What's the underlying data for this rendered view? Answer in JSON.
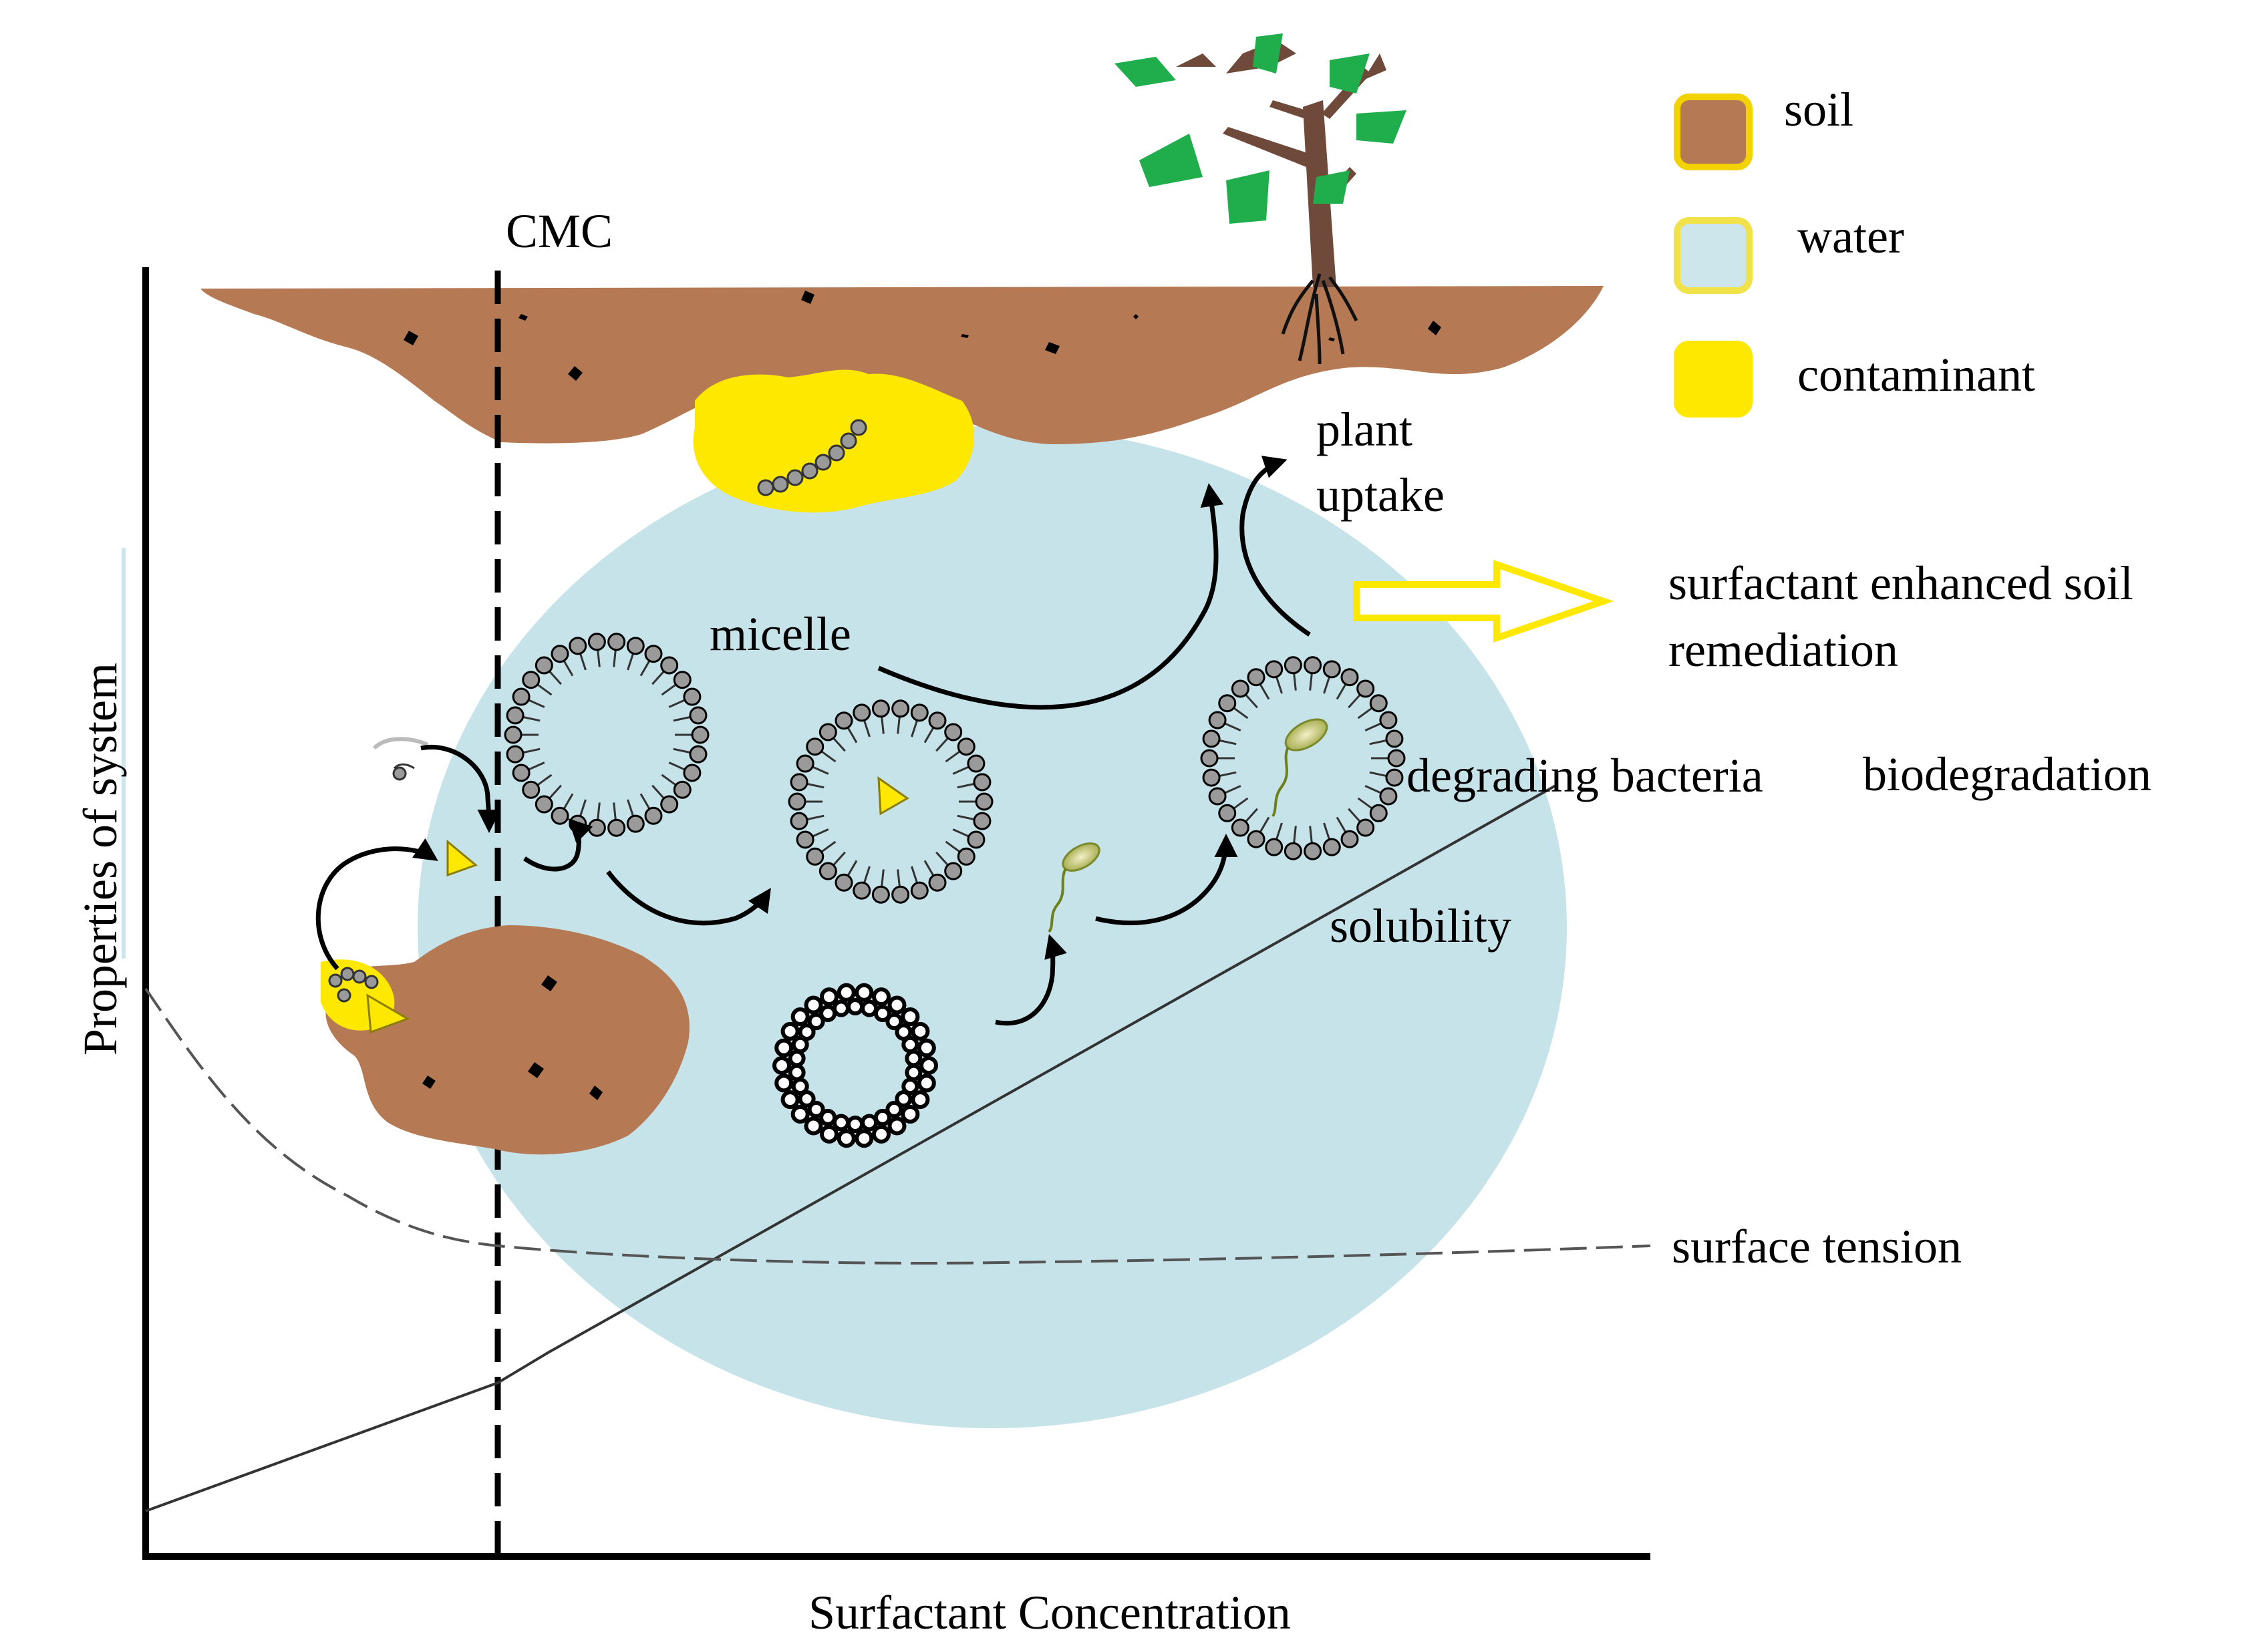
{
  "labels": {
    "cmc": "CMC",
    "y_axis": "Properties of system",
    "x_axis": "Surfactant Concentration",
    "plant_uptake_line1": "plant",
    "plant_uptake_line2": "uptake",
    "micelle": "micelle",
    "remediation_line1": "surfactant enhanced soil",
    "remediation_line2": "remediation",
    "degrading_bacteria": "degrading bacteria",
    "biodegradation": "biodegradation",
    "solubility": "solubility",
    "surface_tension": "surface tension"
  },
  "legend": [
    {
      "label": "soil",
      "fill": "#b57953",
      "border": "#f2d200"
    },
    {
      "label": "water",
      "fill": "#cde6eb",
      "border": "#f2e24a"
    },
    {
      "label": "contaminant",
      "fill": "#ffe800",
      "border": "#ffe800"
    }
  ],
  "colors": {
    "soil": "#b57953",
    "water_pool": "#c6e3ea",
    "contaminant": "#ffe800",
    "leaf": "#1fae4b",
    "trunk": "#6f4a3a",
    "micelle_head": "#9a9a9a"
  },
  "icons": [
    "tree-icon",
    "micelle-icon",
    "bacterium-icon",
    "arrow-icon"
  ]
}
